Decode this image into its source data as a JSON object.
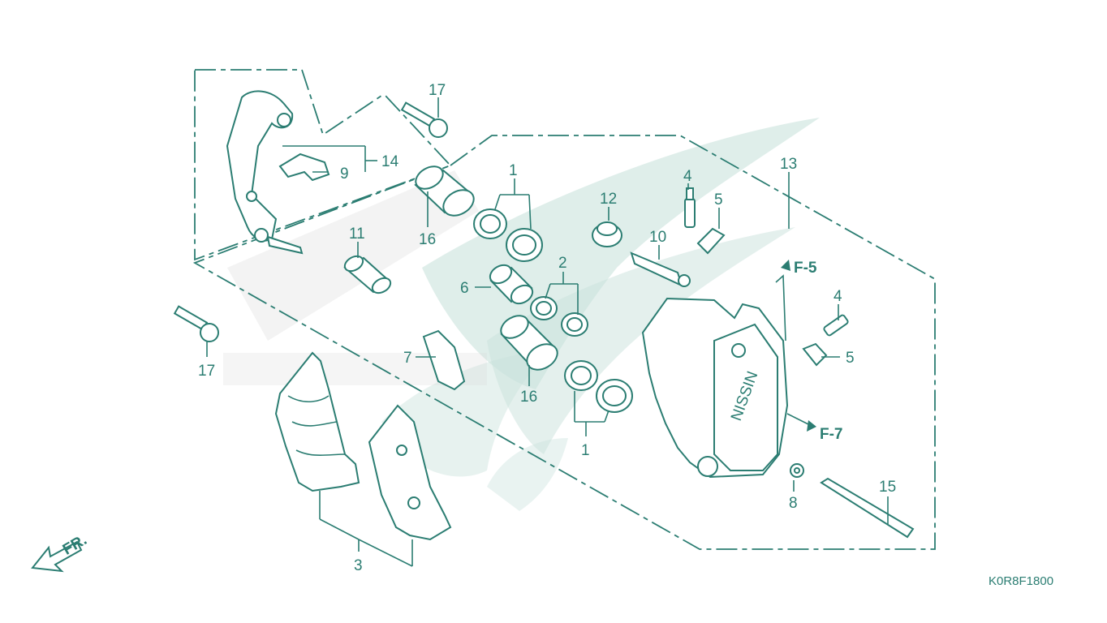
{
  "diagram": {
    "drawing_code": "K0R8F1800",
    "direction_label": "FR.",
    "ref_f5": "F-5",
    "ref_f7": "F-7",
    "callouts": {
      "c1a": "1",
      "c1b": "1",
      "c2": "2",
      "c3": "3",
      "c4a": "4",
      "c4b": "4",
      "c5a": "5",
      "c5b": "5",
      "c6": "6",
      "c7": "7",
      "c8": "8",
      "c9": "9",
      "c10": "10",
      "c11": "11",
      "c12": "12",
      "c13": "13",
      "c14": "14",
      "c15": "15",
      "c16a": "16",
      "c16b": "16",
      "c17a": "17",
      "c17b": "17"
    },
    "colors": {
      "line": "#2b7d72",
      "watermark": "#c9e2dc",
      "background": "#ffffff"
    }
  }
}
